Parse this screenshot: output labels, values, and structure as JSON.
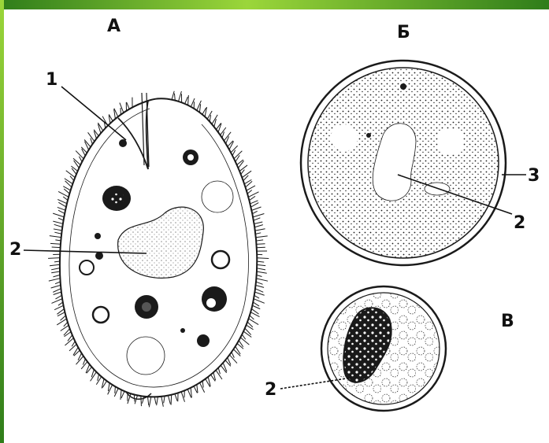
{
  "colors": {
    "frame_green_light": "#9bd63a",
    "frame_green_dark": "#2f7d1a",
    "ink": "#1a1a1a",
    "paper": "#ffffff"
  },
  "figures": {
    "a": {
      "label": "А",
      "callouts": [
        {
          "num": "1"
        },
        {
          "num": "2"
        }
      ]
    },
    "b": {
      "label": "Б",
      "callouts": [
        {
          "num": "3"
        },
        {
          "num": "2"
        }
      ]
    },
    "v": {
      "label": "В",
      "callouts": [
        {
          "num": "2"
        }
      ]
    }
  }
}
